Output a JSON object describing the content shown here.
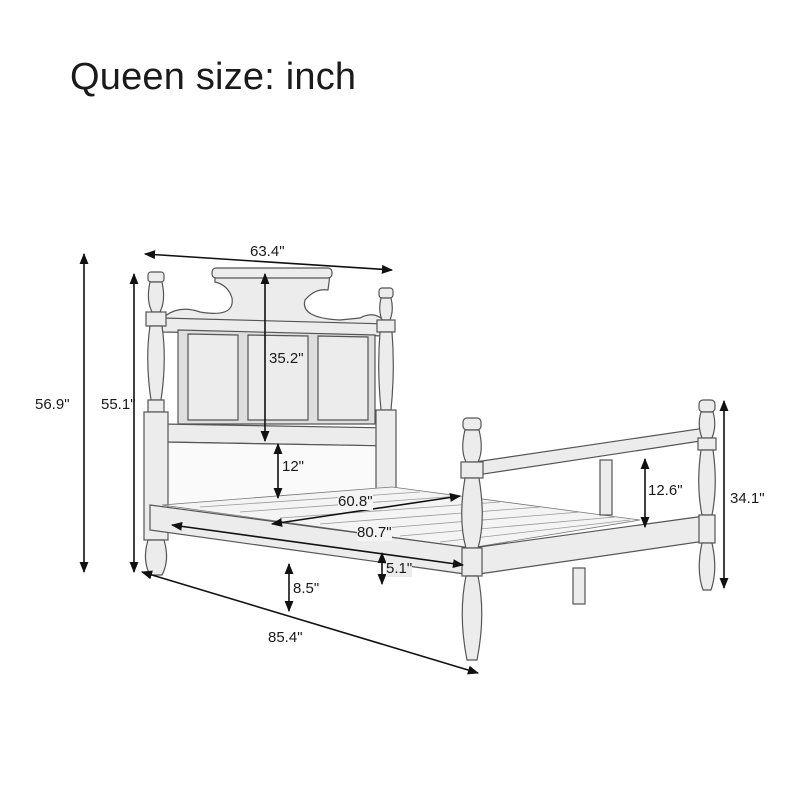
{
  "title": "Queen size: inch",
  "dimensions": {
    "headboard_width": "63.4\"",
    "overall_height": "56.9\"",
    "headboard_post_height": "55.1\"",
    "headboard_panel_height": "35.2\"",
    "headboard_clearance": "12\"",
    "inner_width": "60.8\"",
    "inner_length": "80.7\"",
    "side_rail_height": "5.1\"",
    "ground_clearance": "8.5\"",
    "overall_length": "85.4\"",
    "footboard_rail_height": "12.6\"",
    "footboard_height": "34.1\""
  }
}
